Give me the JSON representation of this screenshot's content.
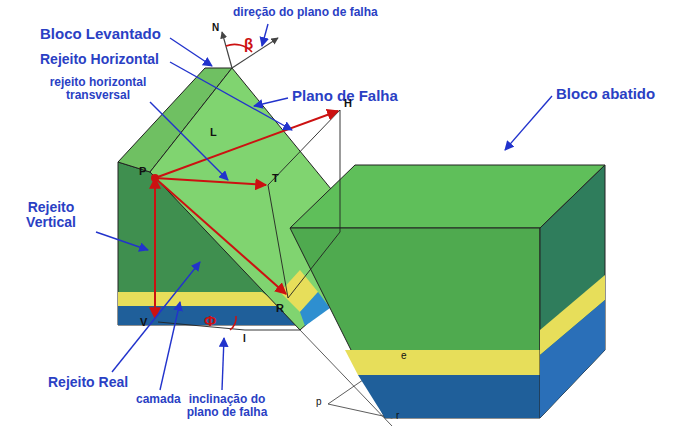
{
  "diagram": {
    "labels": [
      "direção do plano de falha",
      "N",
      "β",
      "Bloco Levantado",
      "Rejeito Horizontal",
      "rejeito horizontal transversal",
      "Plano de Falha",
      "L",
      "H",
      "P",
      "T",
      "Bloco abatido",
      "Rejeito Vertical",
      "R",
      "V",
      "Φ",
      "I",
      "Rejeito Real",
      "camada",
      "inclinação do plano de falha",
      "e",
      "p",
      "r"
    ]
  }
}
